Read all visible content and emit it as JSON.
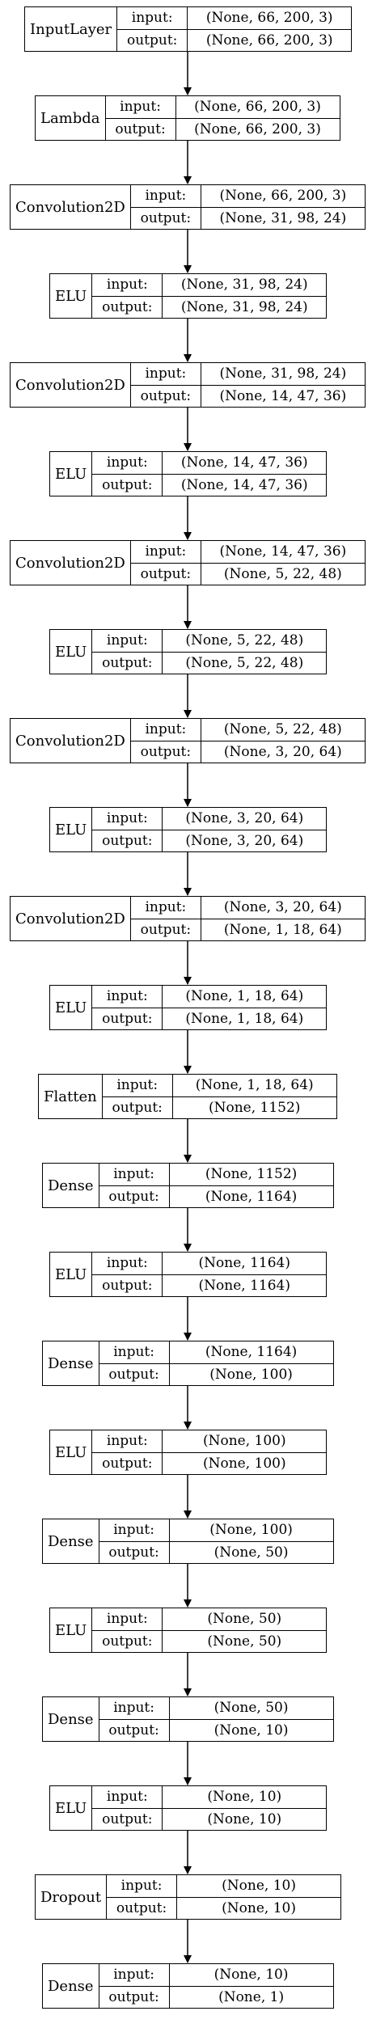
{
  "port_labels": {
    "input": "input:",
    "output": "output:"
  },
  "layers": [
    {
      "name": "InputLayer",
      "input": "(None, 66, 200, 3)",
      "output": "(None, 66, 200, 3)"
    },
    {
      "name": "Lambda",
      "input": "(None, 66, 200, 3)",
      "output": "(None, 66, 200, 3)"
    },
    {
      "name": "Convolution2D",
      "input": "(None, 66, 200, 3)",
      "output": "(None, 31, 98, 24)"
    },
    {
      "name": "ELU",
      "input": "(None, 31, 98, 24)",
      "output": "(None, 31, 98, 24)"
    },
    {
      "name": "Convolution2D",
      "input": "(None, 31, 98, 24)",
      "output": "(None, 14, 47, 36)"
    },
    {
      "name": "ELU",
      "input": "(None, 14, 47, 36)",
      "output": "(None, 14, 47, 36)"
    },
    {
      "name": "Convolution2D",
      "input": "(None, 14, 47, 36)",
      "output": "(None, 5, 22, 48)"
    },
    {
      "name": "ELU",
      "input": "(None, 5, 22, 48)",
      "output": "(None, 5, 22, 48)"
    },
    {
      "name": "Convolution2D",
      "input": "(None, 5, 22, 48)",
      "output": "(None, 3, 20, 64)"
    },
    {
      "name": "ELU",
      "input": "(None, 3, 20, 64)",
      "output": "(None, 3, 20, 64)"
    },
    {
      "name": "Convolution2D",
      "input": "(None, 3, 20, 64)",
      "output": "(None, 1, 18, 64)"
    },
    {
      "name": "ELU",
      "input": "(None, 1, 18, 64)",
      "output": "(None, 1, 18, 64)"
    },
    {
      "name": "Flatten",
      "input": "(None, 1, 18, 64)",
      "output": "(None, 1152)"
    },
    {
      "name": "Dense",
      "input": "(None, 1152)",
      "output": "(None, 1164)"
    },
    {
      "name": "ELU",
      "input": "(None, 1164)",
      "output": "(None, 1164)"
    },
    {
      "name": "Dense",
      "input": "(None, 1164)",
      "output": "(None, 100)"
    },
    {
      "name": "ELU",
      "input": "(None, 100)",
      "output": "(None, 100)"
    },
    {
      "name": "Dense",
      "input": "(None, 100)",
      "output": "(None, 50)"
    },
    {
      "name": "ELU",
      "input": "(None, 50)",
      "output": "(None, 50)"
    },
    {
      "name": "Dense",
      "input": "(None, 50)",
      "output": "(None, 10)"
    },
    {
      "name": "ELU",
      "input": "(None, 10)",
      "output": "(None, 10)"
    },
    {
      "name": "Dropout",
      "input": "(None, 10)",
      "output": "(None, 10)"
    },
    {
      "name": "Dense",
      "input": "(None, 10)",
      "output": "(None, 1)"
    }
  ]
}
